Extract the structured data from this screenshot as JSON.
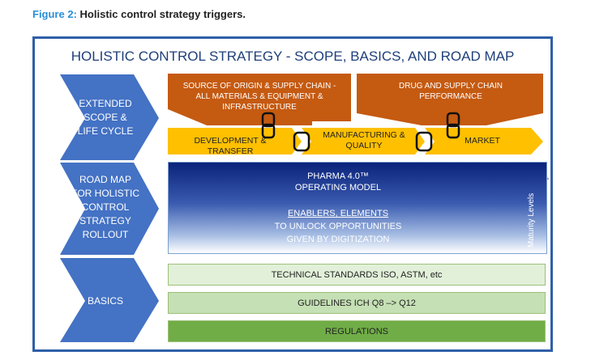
{
  "caption": {
    "label": "Figure 2:",
    "text": "Holistic control strategy triggers."
  },
  "title": "HOLISTIC CONTROL STRATEGY - SCOPE, BASICS, AND ROAD MAP",
  "chevrons": {
    "extended": [
      "EXTENDED",
      "SCOPE &",
      "LIFE CYCLE"
    ],
    "roadmap": [
      "ROAD MAP",
      "FOR HOLISTIC",
      "CONTROL",
      "STRATEGY",
      "ROLLOUT"
    ],
    "basics": [
      "BASICS"
    ]
  },
  "extended_scope": {
    "source": [
      "SOURCE OF ORIGIN & SUPPLY CHAIN -",
      "ALL MATERIALS & EQUIPMENT &",
      "INFRASTRUCTURE"
    ],
    "drug": [
      "DRUG AND SUPPLY CHAIN",
      "PERFORMANCE"
    ],
    "flow": {
      "development": "DEVELOPMENT & TRANSFER",
      "manufacturing": [
        "MANUFACTURING &",
        "QUALITY"
      ],
      "market": "MARKET"
    }
  },
  "road_map": {
    "line1": "PHARMA 4.0™",
    "line2": "OPERATING MODEL",
    "line3": "ENABLERS, ELEMENTS",
    "line4": "TO UNLOCK OPPORTUNITIES",
    "line5": "GIVEN BY DIGITIZATION",
    "maturity": "Maturity Levels"
  },
  "basics": {
    "technical": "TECHNICAL STANDARDS ISO, ASTM, etc",
    "guidelines": "GUIDELINES ICH Q8 –> Q12",
    "regulations": "REGULATIONS"
  },
  "colors": {
    "chevron": "#4472c4",
    "capstone": "#c55a11",
    "flow": "#ffc000",
    "bar_light": "#e2f0d9",
    "bar_mid": "#c5e0b4",
    "bar_dark": "#70ad47"
  }
}
